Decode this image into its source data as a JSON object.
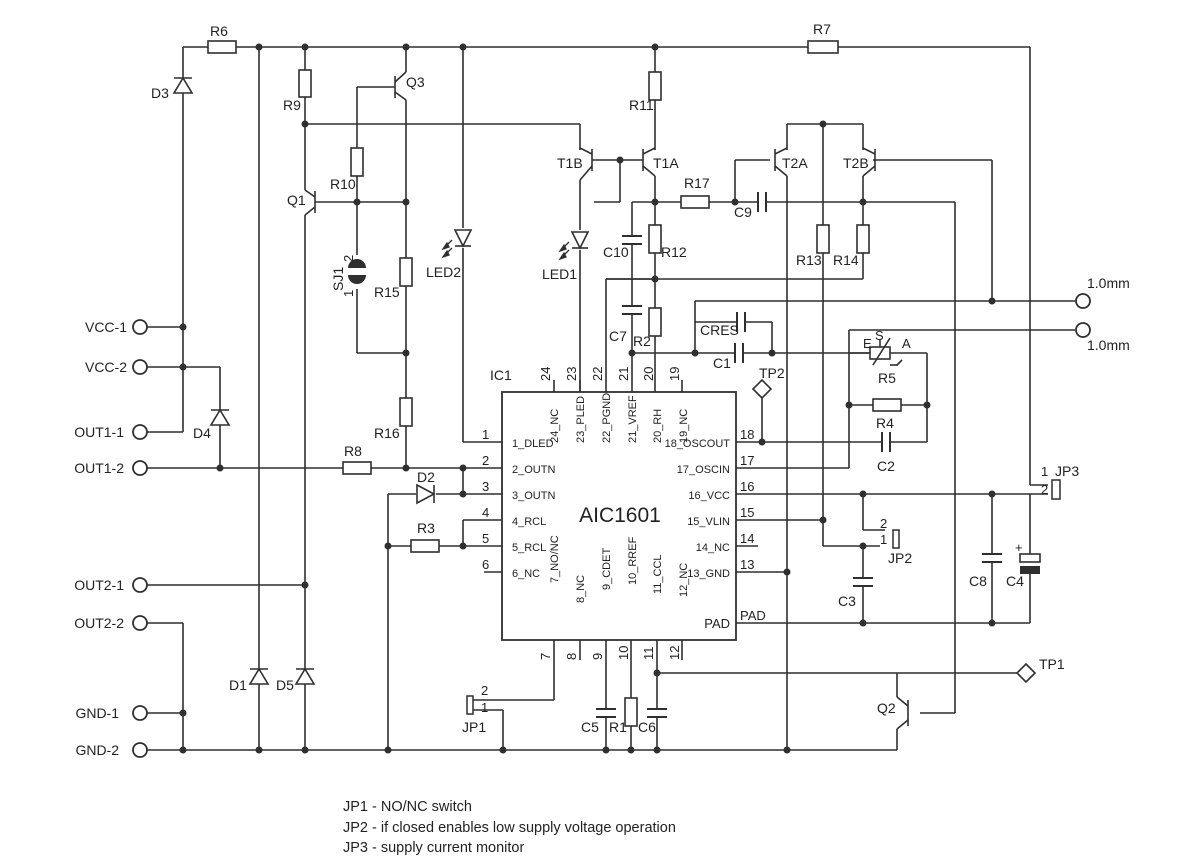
{
  "ic": {
    "ref": "IC1",
    "name": "AIC1601"
  },
  "ic_pins_left": [
    {
      "num": "1",
      "label": "1_DLED"
    },
    {
      "num": "2",
      "label": "2_OUTN"
    },
    {
      "num": "3",
      "label": "3_OUTN"
    },
    {
      "num": "4",
      "label": "4_RCL"
    },
    {
      "num": "5",
      "label": "5_RCL"
    },
    {
      "num": "6",
      "label": "6_NC"
    }
  ],
  "ic_pins_right": [
    {
      "num": "18",
      "label": "18_OSCOUT"
    },
    {
      "num": "17",
      "label": "17_OSCIN"
    },
    {
      "num": "16",
      "label": "16_VCC"
    },
    {
      "num": "15",
      "label": "15_VLIN"
    },
    {
      "num": "14",
      "label": "14_NC"
    },
    {
      "num": "13",
      "label": "13_GND"
    },
    {
      "num": "PAD",
      "label": "PAD"
    }
  ],
  "ic_pins_top": [
    {
      "num": "24",
      "label": "24_NC"
    },
    {
      "num": "23",
      "label": "23_PLED"
    },
    {
      "num": "22",
      "label": "22_PGND"
    },
    {
      "num": "21",
      "label": "21_VREF"
    },
    {
      "num": "20",
      "label": "20_RH"
    },
    {
      "num": "19",
      "label": "19_NC"
    }
  ],
  "ic_pins_bottom": [
    {
      "num": "7",
      "label": "7_NO/NC"
    },
    {
      "num": "8",
      "label": "8_NC"
    },
    {
      "num": "9",
      "label": "9_CDET"
    },
    {
      "num": "10",
      "label": "10_RREF"
    },
    {
      "num": "11",
      "label": "11_CCL"
    },
    {
      "num": "12",
      "label": "12_NC"
    }
  ],
  "connectors": {
    "vcc1": "VCC-1",
    "vcc2": "VCC-2",
    "out11": "OUT1-1",
    "out12": "OUT1-2",
    "out21": "OUT2-1",
    "out22": "OUT2-2",
    "gnd1": "GND-1",
    "gnd2": "GND-2",
    "elec1": "1.0mm",
    "elec2": "1.0mm"
  },
  "refs": {
    "R1": "R1",
    "R2": "R2",
    "R3": "R3",
    "R4": "R4",
    "R5": "R5",
    "R6": "R6",
    "R7": "R7",
    "R8": "R8",
    "R9": "R9",
    "R10": "R10",
    "R11": "R11",
    "R12": "R12",
    "R13": "R13",
    "R14": "R14",
    "R15": "R15",
    "R16": "R16",
    "R17": "R17",
    "C2": "C2",
    "C3": "C3",
    "C4": "C4",
    "C5": "C5",
    "C6": "C6",
    "C7": "C7",
    "C8": "C8",
    "C9": "C9",
    "C10": "C10",
    "CRES": "CRES",
    "D1": "D1",
    "D2": "D2",
    "D3": "D3",
    "D4": "D4",
    "D5": "D5",
    "LED1": "LED1",
    "LED2": "LED2",
    "Q1": "Q1",
    "Q2": "Q2",
    "Q3": "Q3",
    "T1A": "T1A",
    "T1B": "T1B",
    "T2A": "T2A",
    "T2B": "T2B",
    "JP1": "JP1",
    "JP2": "JP2",
    "JP3": "JP3",
    "TP1": "TP1",
    "TP2": "TP2",
    "SJ1": "SJ1",
    "C1": "C1"
  },
  "jumper_pins": {
    "one": "1",
    "two": "2",
    "plus": "+"
  },
  "pot_pins": {
    "E": "E",
    "S": "S",
    "A": "A"
  },
  "notes": [
    "JP1 - NO/NC switch",
    "JP2 - if closed enables low supply voltage operation",
    "JP3 - supply current monitor"
  ]
}
